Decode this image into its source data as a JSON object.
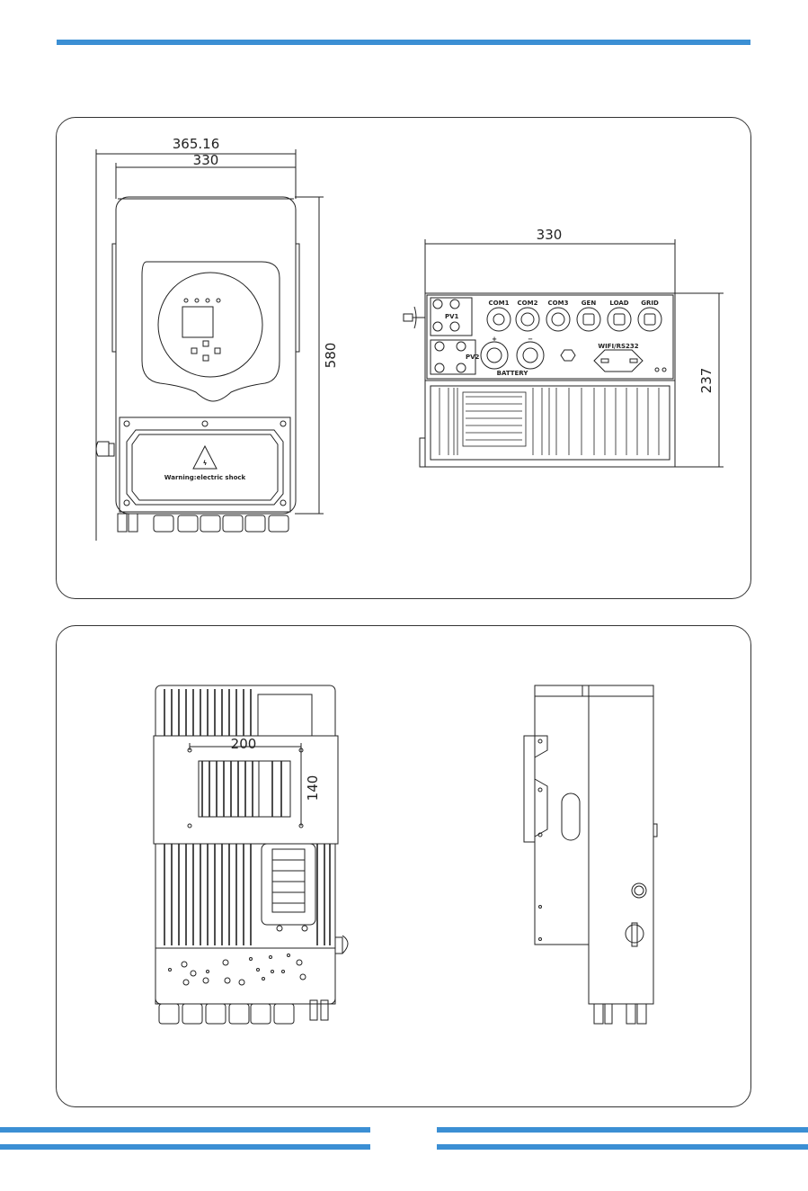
{
  "dimensions": {
    "overall_width": "365.16",
    "body_width": "330",
    "height": "580",
    "bottom_width": "330",
    "bottom_depth": "237",
    "bracket_width": "200",
    "bracket_height": "140"
  },
  "ports": {
    "com1": "COM1",
    "com2": "COM2",
    "com3": "COM3",
    "gen": "GEN",
    "load": "LOAD",
    "grid": "GRID",
    "pv1": "PV1",
    "pv2": "PV2",
    "battery": "BATTERY",
    "wifi": "WIFI/RS232",
    "plus": "+",
    "minus": "−"
  },
  "warning_label": "Warning:electric shock",
  "colors": {
    "accent_bar": "#3b8fd4",
    "line": "#222222"
  }
}
